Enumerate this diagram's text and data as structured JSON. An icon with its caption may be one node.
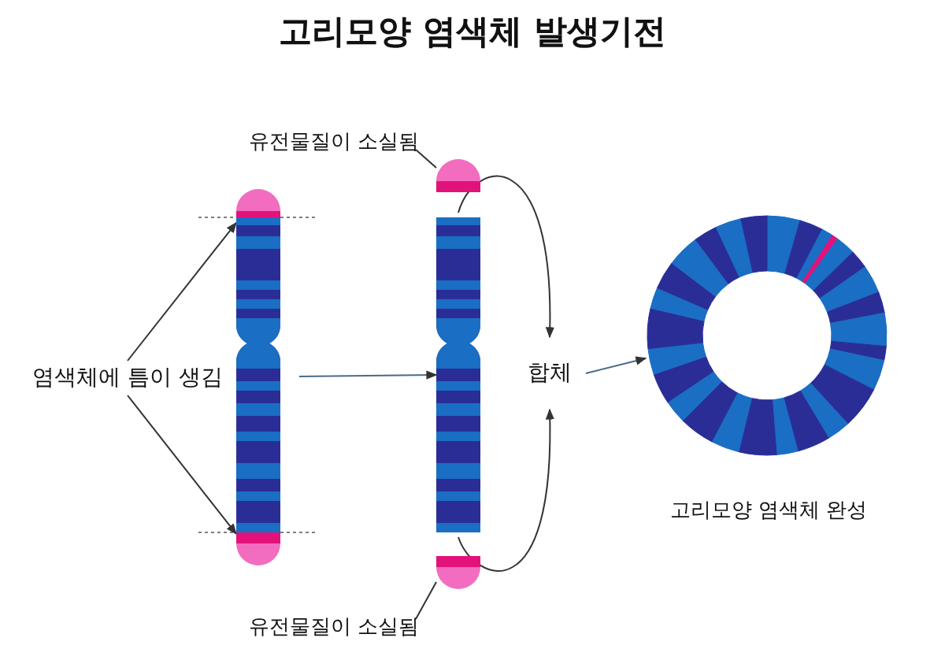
{
  "diagram": {
    "title": "고리모양 염색체 발생기전",
    "nodes": [
      {
        "text": [
          "염색체에 틈이 생김"
        ]
      },
      {
        "text": [],
        "shape": "picture"
      },
      {
        "text": [],
        "shape": "picture"
      },
      {
        "text": [],
        "shape": "circle"
      },
      {
        "text": [],
        "shape": "circle"
      },
      {
        "text": [
          "유전물질이 소실됨"
        ]
      },
      {
        "text": [
          "유전물질이 소실됨"
        ]
      },
      {
        "text": [
          "합체"
        ]
      },
      {
        "text": [],
        "shape": "picture",
        "beside": [
          "고리모양 염색체 완성"
        ]
      }
    ],
    "edges": [
      {
        "from": 0,
        "to": 1,
        "arrow": "to"
      },
      {
        "from": 0,
        "to": 1,
        "arrow": "to"
      },
      {
        "from": 1,
        "to": 2,
        "arrow": "to"
      },
      {
        "from": 5,
        "to": 3,
        "arrow": "none"
      },
      {
        "from": 6,
        "to": 4,
        "arrow": "none"
      },
      {
        "from": 2,
        "to": 7,
        "arrow": "to"
      },
      {
        "from": 2,
        "to": 7,
        "arrow": "to"
      },
      {
        "from": 7,
        "to": 8,
        "arrow": "to"
      }
    ]
  }
}
